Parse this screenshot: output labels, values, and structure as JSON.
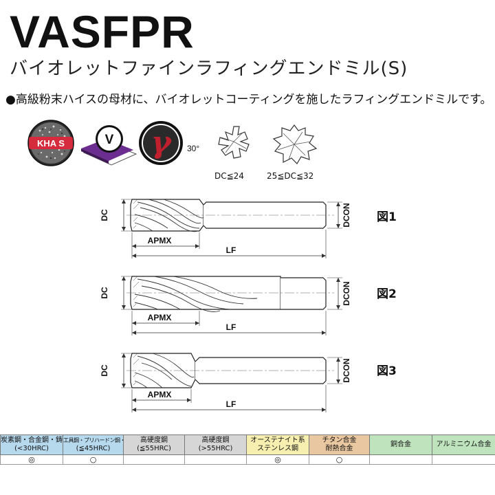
{
  "title": {
    "code": "VASFPR",
    "subtitle": "バイオレットファインラフィングエンドミル(S)"
  },
  "description": "●高級粉末ハイスの母材に、バイオレットコーティングを施したラフィングエンドミルです。",
  "badges": {
    "material_badge": "KHA S",
    "coating_badge": "V",
    "helix_symbol": "γ",
    "helix_angle": "30°"
  },
  "cross_sections": [
    {
      "caption": "DC≦24"
    },
    {
      "caption": "25≦DC≦32"
    }
  ],
  "figures": [
    {
      "label": "図1",
      "dc": "DC",
      "dcon": "DCON",
      "apmx": "APMX",
      "lf": "LF"
    },
    {
      "label": "図2",
      "dc": "DC",
      "dcon": "DCON",
      "apmx": "APMX",
      "lf": "LF"
    },
    {
      "label": "図3",
      "dc": "DC",
      "dcon": "DCON",
      "apmx": "APMX",
      "lf": "LF"
    }
  ],
  "materials_table": {
    "columns": [
      {
        "line1": "炭素鋼・合金鋼・鋳鉄",
        "line2": "(<30HRC)",
        "color": "#b7d9ee",
        "mark": "◎"
      },
      {
        "line1": "工具鋼・プリハードン鋼・調質鋼",
        "line2": "(≦45HRC)",
        "color": "#b7d9ee",
        "mark": "○"
      },
      {
        "line1": "高硬度鋼",
        "line2": "(≦55HRC)",
        "color": "#d6d6d6",
        "mark": ""
      },
      {
        "line1": "高硬度鋼",
        "line2": "(>55HRC)",
        "color": "#d6d6d6",
        "mark": ""
      },
      {
        "line1": "オーステナイト系",
        "line2": "ステンレス鋼",
        "color": "#f7efb0",
        "mark": "◎"
      },
      {
        "line1": "チタン合金",
        "line2": "耐熱合金",
        "color": "#e9c7a0",
        "mark": "○"
      },
      {
        "line1": "銅合金",
        "line2": "",
        "color": "#bfe3bd",
        "mark": ""
      },
      {
        "line1": "アルミニウム合金",
        "line2": "",
        "color": "#bfe3bd",
        "mark": ""
      }
    ]
  },
  "colors": {
    "violet": "#6b2d8f",
    "badge_red": "#d62b3c",
    "helix_red": "#c01f2e"
  }
}
